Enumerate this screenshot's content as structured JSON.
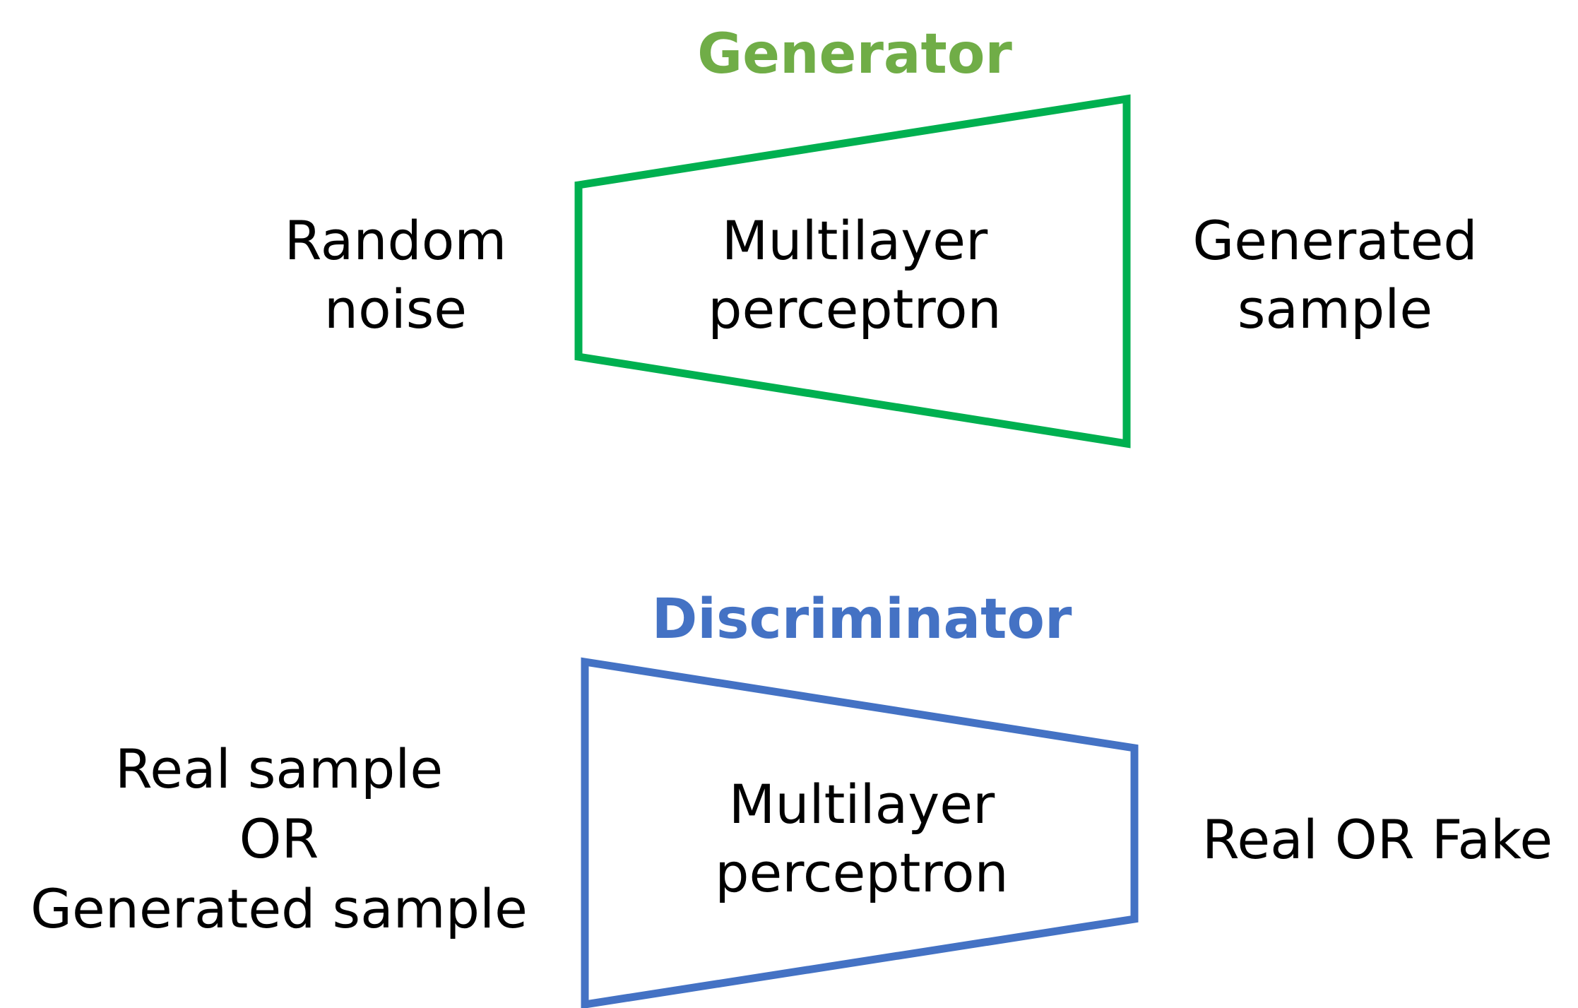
{
  "colors": {
    "generator": "#00b050",
    "generator_title": "#70ad47",
    "discriminator": "#4472c4",
    "text": "#000000"
  },
  "generator": {
    "title": "Generator",
    "input": [
      "Random",
      "noise"
    ],
    "body": [
      "Multilayer",
      "perceptron"
    ],
    "output": [
      "Generated",
      "sample"
    ]
  },
  "discriminator": {
    "title": "Discriminator",
    "input": [
      "Real sample",
      "OR",
      "Generated sample"
    ],
    "body": [
      "Multilayer",
      "perceptron"
    ],
    "output": [
      "Real OR Fake"
    ]
  }
}
